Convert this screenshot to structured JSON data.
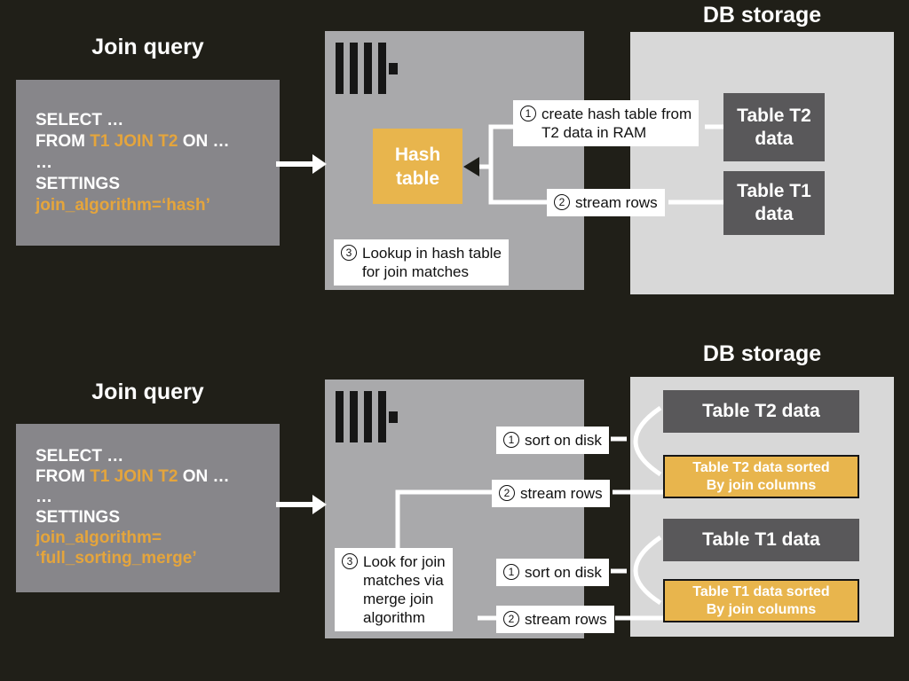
{
  "colors": {
    "background": "#201F18",
    "query_box_gray": "#87868A",
    "server_gray": "#A9A9AB",
    "db_storage_gray": "#D8D8D8",
    "table_dark_gray": "#59585A",
    "accent_orange": "#E8B54D",
    "sql_orange_text": "#E5A53C",
    "connector_white": "#FFFFFF"
  },
  "hash_join": {
    "query_title": "Join query",
    "db_title": "DB storage",
    "query": {
      "l1": "SELECT …",
      "l2a": "FROM ",
      "l2b": "T1 JOIN T2",
      "l2c": " ON …",
      "l3": "…",
      "l4": "SETTINGS",
      "l5": "join_algorithm=‘hash’"
    },
    "hash_table_label": "Hash table",
    "steps": [
      {
        "num": "1",
        "lines": [
          "create hash table from",
          "T2 data in RAM"
        ]
      },
      {
        "num": "2",
        "lines": [
          "stream rows"
        ]
      },
      {
        "num": "3",
        "lines": [
          "Lookup in hash table",
          "for join matches"
        ]
      }
    ],
    "tables": [
      {
        "label": "Table T2 data"
      },
      {
        "label": "Table T1 data"
      }
    ]
  },
  "merge_join": {
    "query_title": "Join query",
    "db_title": "DB storage",
    "query": {
      "l1": "SELECT …",
      "l2a": "FROM ",
      "l2b": "T1 JOIN T2",
      "l2c": " ON …",
      "l3": "…",
      "l4": "SETTINGS",
      "l5": "join_algorithm=",
      "l6": "‘full_sorting_merge’"
    },
    "steps": [
      {
        "num": "1",
        "lines": [
          "sort on disk"
        ]
      },
      {
        "num": "2",
        "lines": [
          "stream rows"
        ]
      },
      {
        "num": "3",
        "lines": [
          "Look for join",
          "matches via",
          "merge join",
          "algorithm"
        ]
      },
      {
        "num": "1",
        "lines": [
          "sort on disk"
        ]
      },
      {
        "num": "2",
        "lines": [
          "stream rows"
        ]
      }
    ],
    "tables": [
      {
        "label": "Table T2 data"
      },
      {
        "label": "Table T2 data sorted",
        "label2": "By join columns"
      },
      {
        "label": "Table T1 data"
      },
      {
        "label": "Table T1 data sorted",
        "label2": "By join columns"
      }
    ]
  }
}
